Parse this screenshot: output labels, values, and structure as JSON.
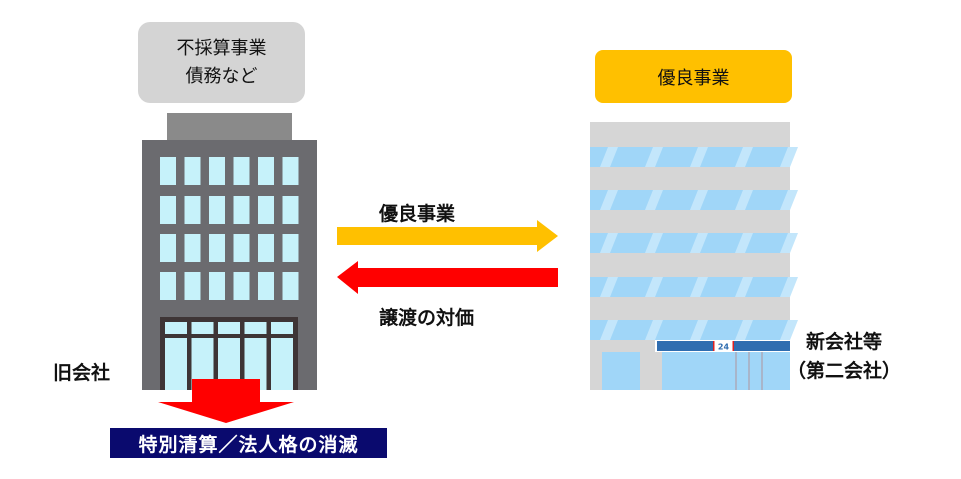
{
  "old_company": {
    "burden_label_line1": "不採算事業",
    "burden_label_line2": "債務など",
    "name": "旧会社",
    "result": "特別清算／法人格の消滅"
  },
  "new_company": {
    "business_label": "優良事業",
    "name_line1": "新会社等",
    "name_line2": "（第二会社）",
    "sign_text": "24"
  },
  "flows": {
    "transfer_label": "優良事業",
    "consideration_label": "譲渡の対価"
  },
  "colors": {
    "yellow": "#ffc000",
    "red": "#ff0000",
    "navy": "#0a0a6e",
    "gray": "#d4d4d4"
  }
}
